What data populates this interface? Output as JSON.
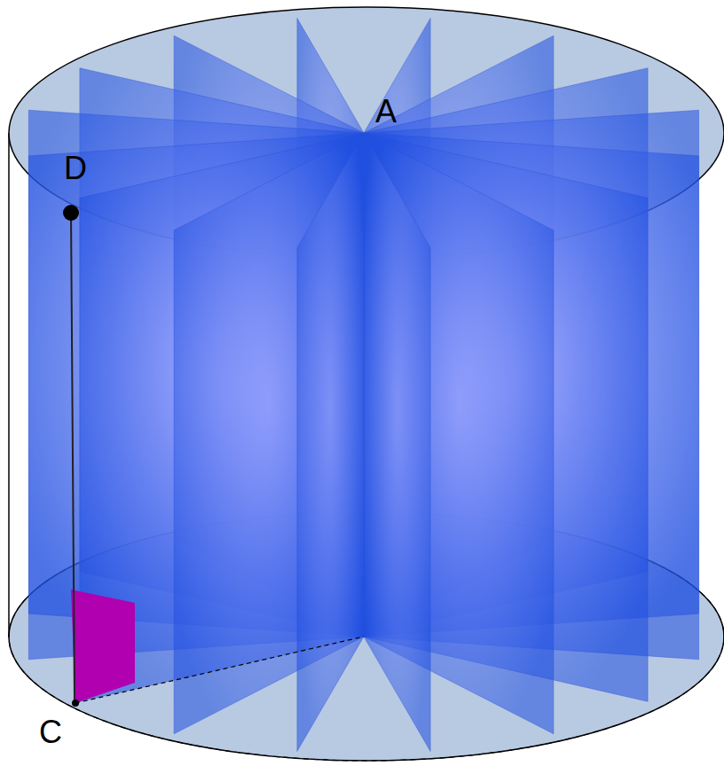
{
  "diagram": {
    "labels": [
      "A",
      "D",
      "C"
    ]
  }
}
